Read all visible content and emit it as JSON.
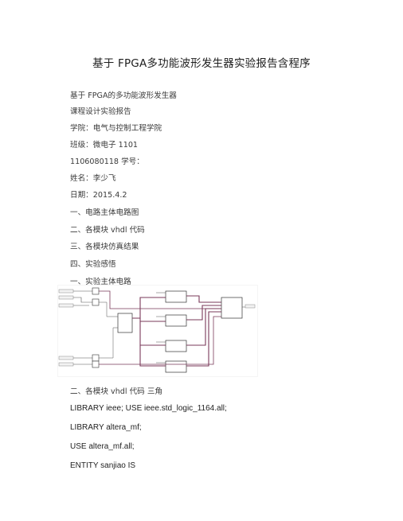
{
  "doc": {
    "title": "基于  FPGA多功能波形发生器实验报告含程序",
    "lines": [
      "基于  FPGA的多功能波形发生器",
      "课程设计实验报告",
      "学院：电气与控制工程学院",
      "班级：微电子  1101",
      "1106080118  学号：",
      "姓名：李少飞",
      "日期：2015.4.2",
      "一、电路主体电路图",
      "二、各模块   vhdl   代码",
      "三、各模块仿真结果",
      "四、实验感悟",
      "一、实验主体电路"
    ],
    "code_heading": "二、各模块   vhdl   代码   三角",
    "code_lines": [
      "LIBRARY ieee; USE ieee.std_logic_1164.all;",
      "LIBRARY altera_mf;",
      "USE altera_mf.all;",
      "ENTITY sanjiao IS"
    ]
  },
  "colors": {
    "wire_bus": "#7a3a5a",
    "wire": "#555555",
    "block_border": "#333333",
    "grid": "#dddddd"
  }
}
